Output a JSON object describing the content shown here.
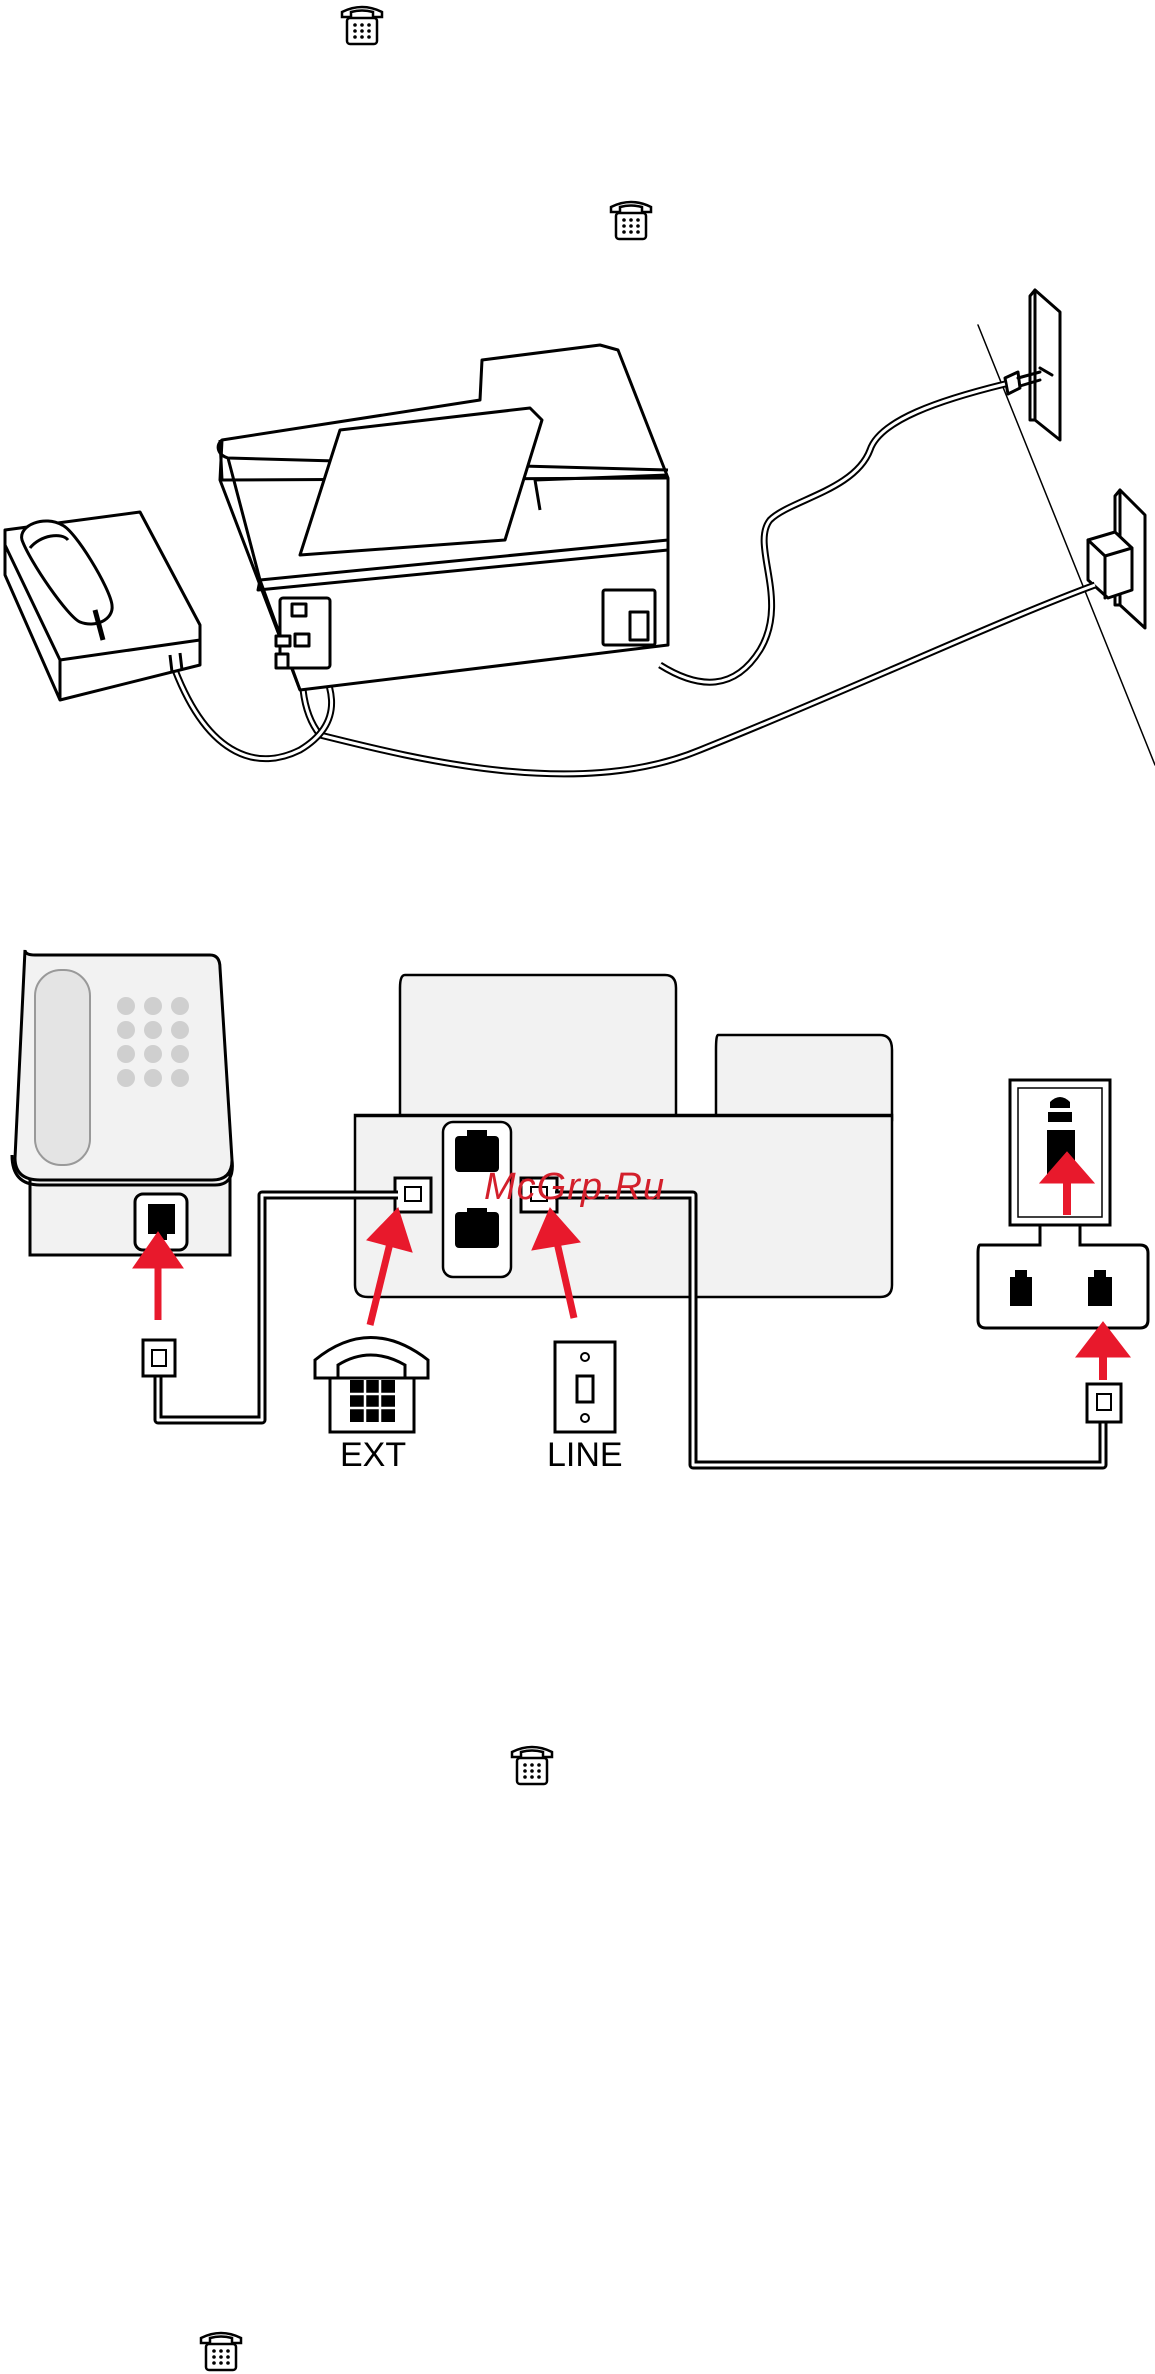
{
  "document": {
    "icons": [
      {
        "name": "telephone-icon"
      },
      {
        "name": "telephone-icon"
      },
      {
        "name": "telephone-icon"
      },
      {
        "name": "telephone-icon"
      }
    ],
    "diagram2": {
      "label_ext": "EXT",
      "label_line": "LINE",
      "arrow_color": "#e8192c"
    },
    "watermark": "McGrp.Ru"
  }
}
